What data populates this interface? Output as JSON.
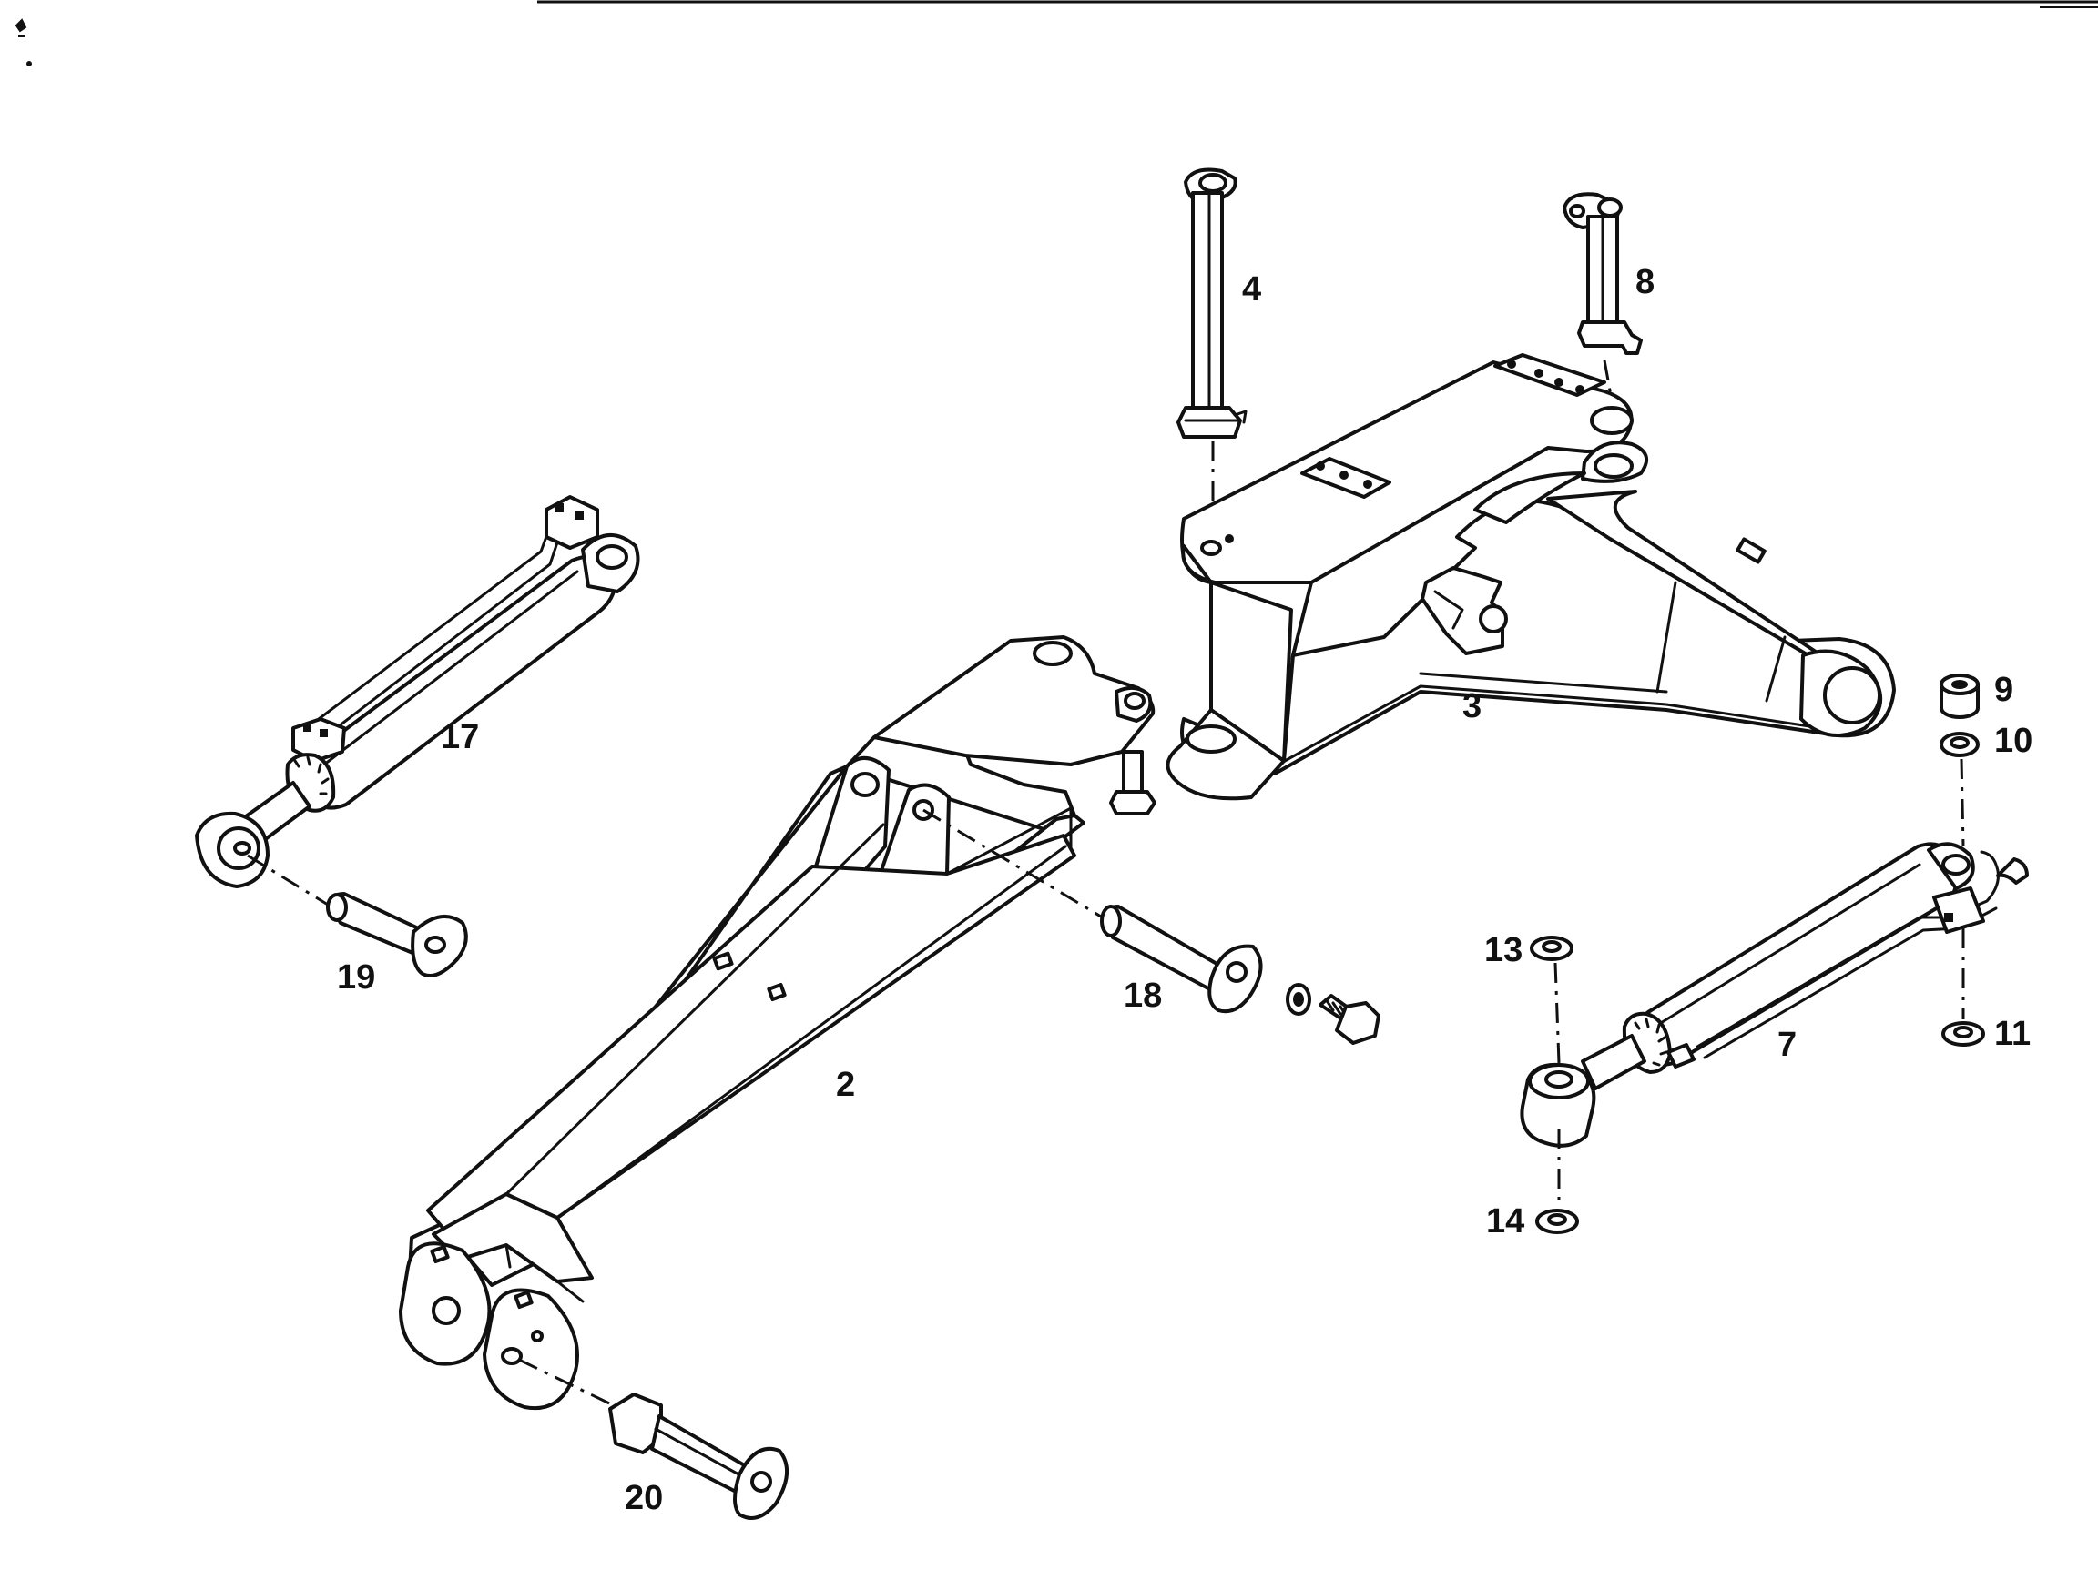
{
  "callouts": {
    "c2": "2",
    "c3": "3",
    "c4": "4",
    "c7": "7",
    "c8": "8",
    "c9": "9",
    "c10": "10",
    "c11": "11",
    "c13": "13",
    "c14": "14",
    "c17": "17",
    "c18": "18",
    "c19": "19",
    "c20": "20"
  },
  "colors": {
    "ink": "#111111",
    "paper": "#ffffff"
  }
}
